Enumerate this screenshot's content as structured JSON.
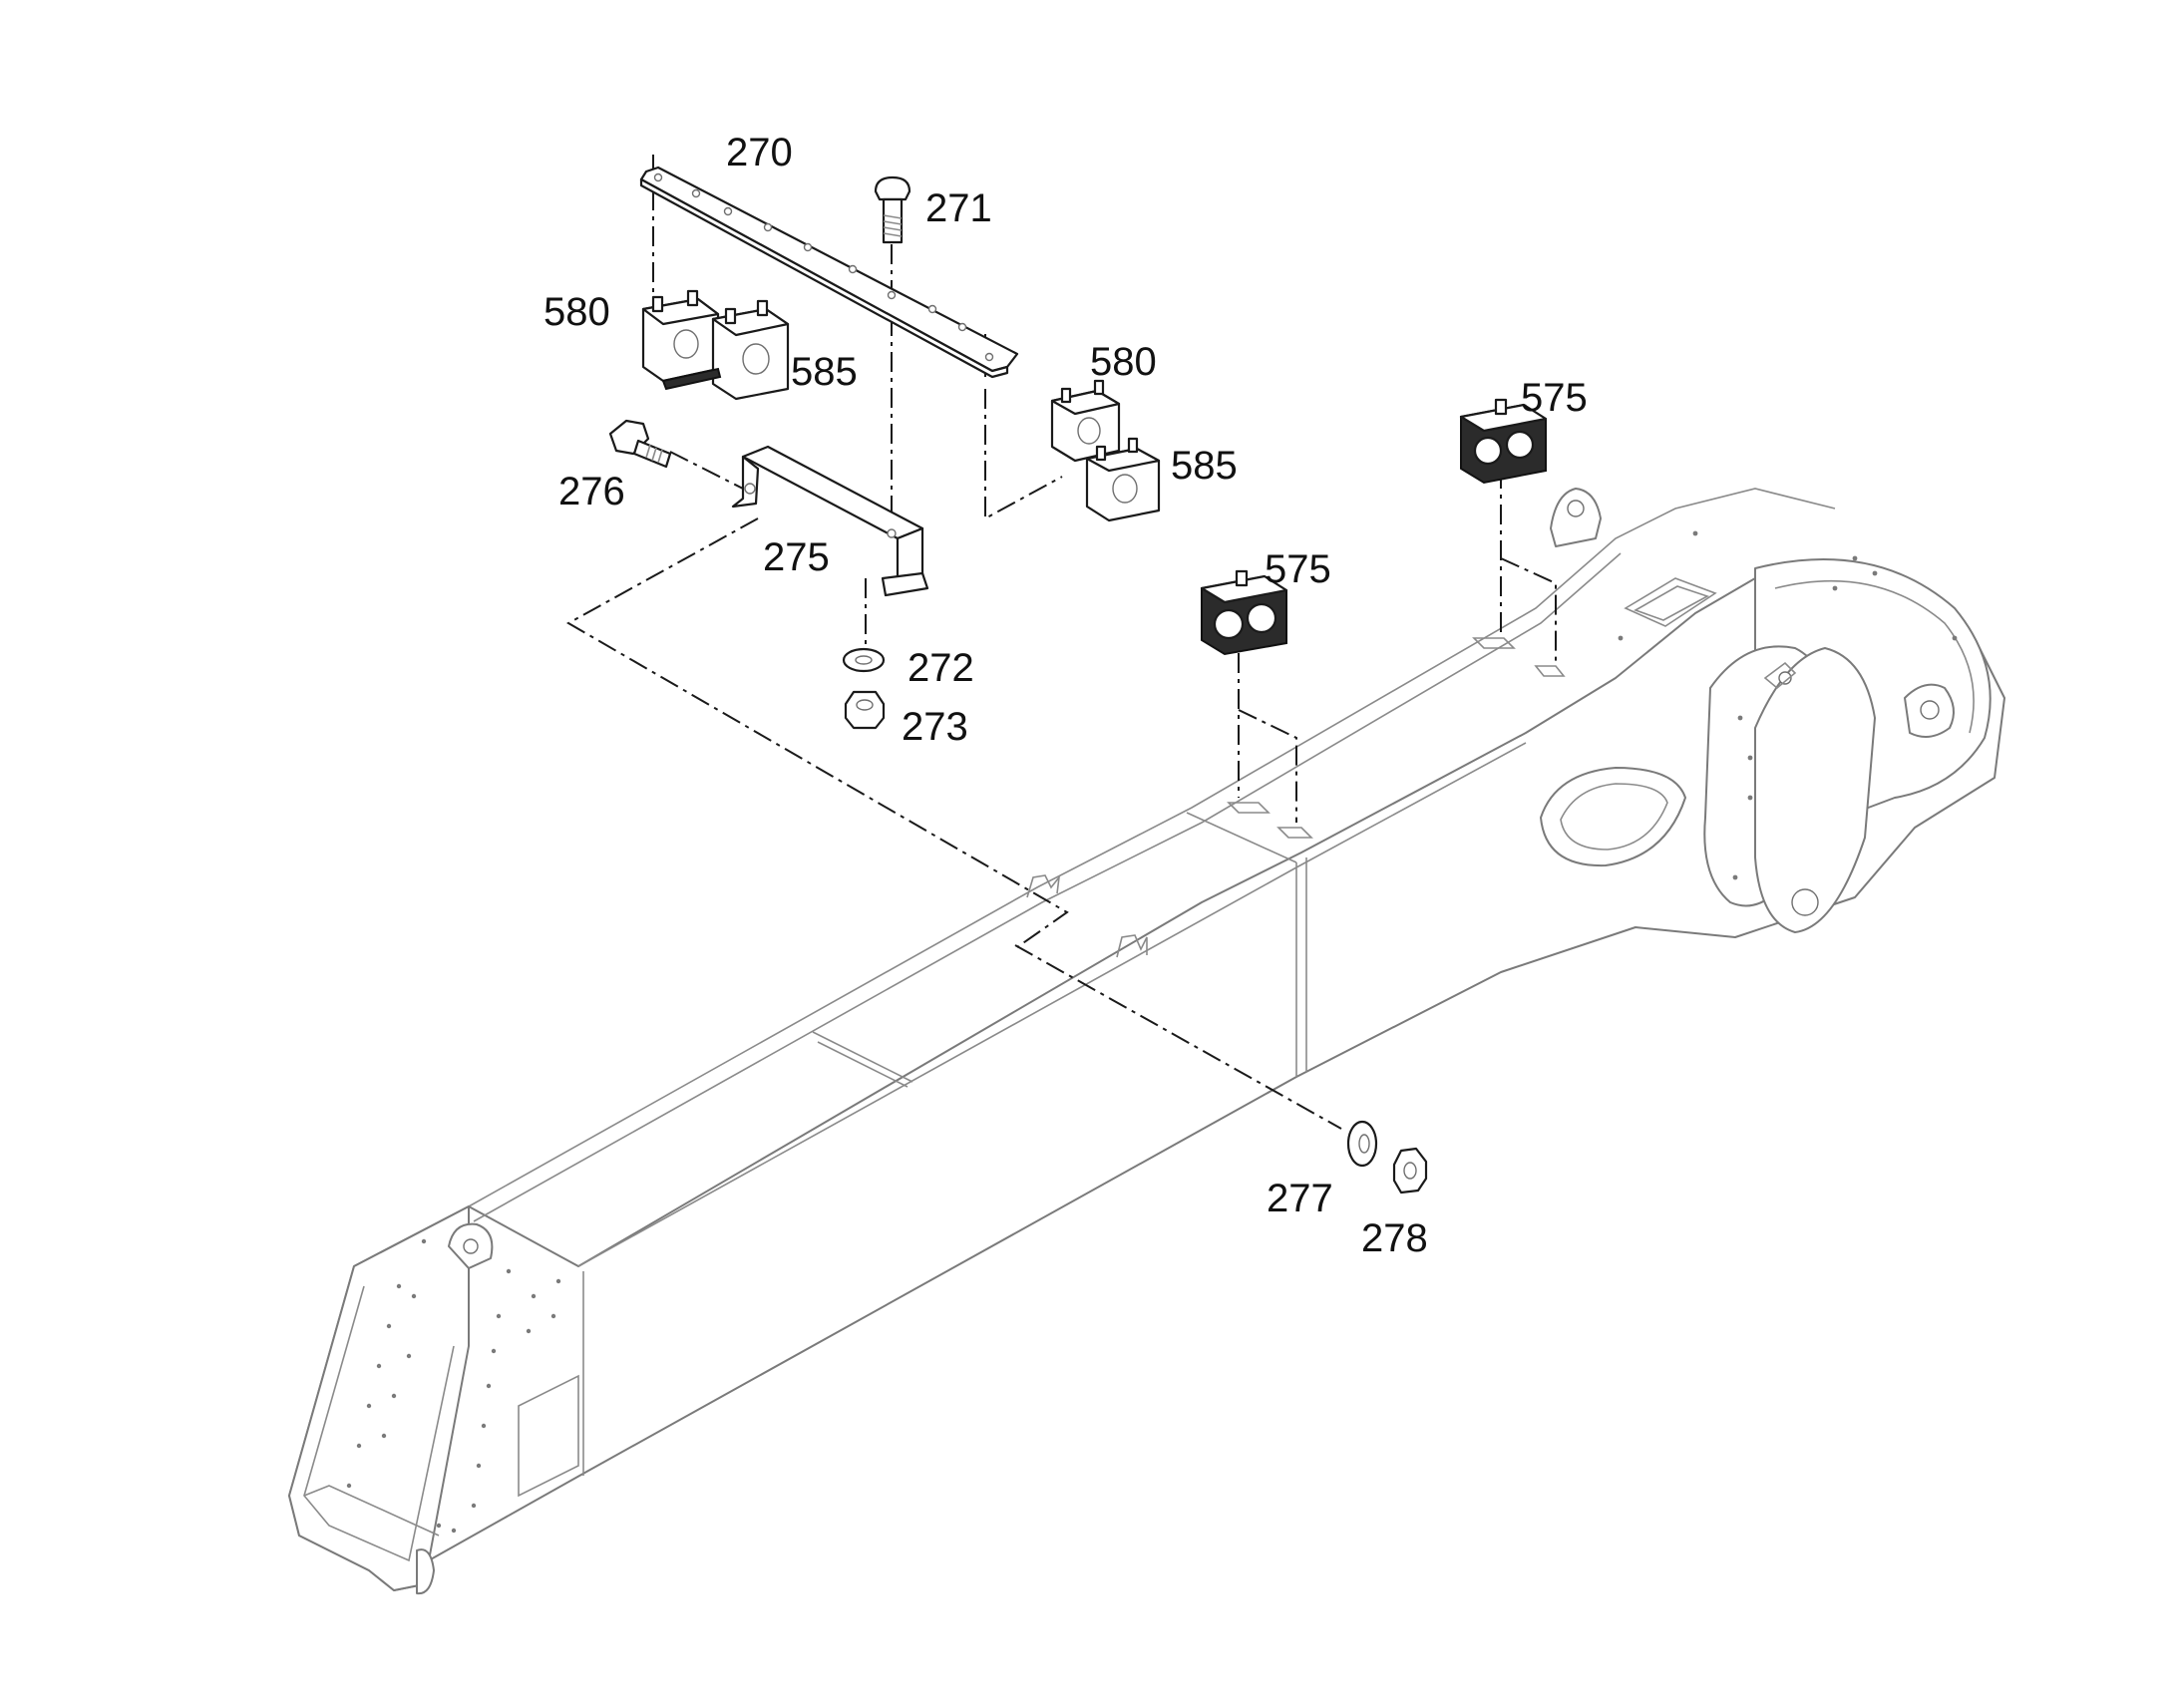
{
  "diagram": {
    "background": "#ffffff",
    "line_color": "#1a1a1a",
    "boom_line_color": "#7a7a7a",
    "callouts": [
      {
        "id": "270",
        "text": "270"
      },
      {
        "id": "271",
        "text": "271"
      },
      {
        "id": "580a",
        "text": "580"
      },
      {
        "id": "585a",
        "text": "585"
      },
      {
        "id": "276",
        "text": "276"
      },
      {
        "id": "275",
        "text": "275"
      },
      {
        "id": "580b",
        "text": "580"
      },
      {
        "id": "585b",
        "text": "585"
      },
      {
        "id": "575a",
        "text": "575"
      },
      {
        "id": "575b",
        "text": "575"
      },
      {
        "id": "272",
        "text": "272"
      },
      {
        "id": "273",
        "text": "273"
      },
      {
        "id": "277",
        "text": "277"
      },
      {
        "id": "278",
        "text": "278"
      }
    ]
  }
}
